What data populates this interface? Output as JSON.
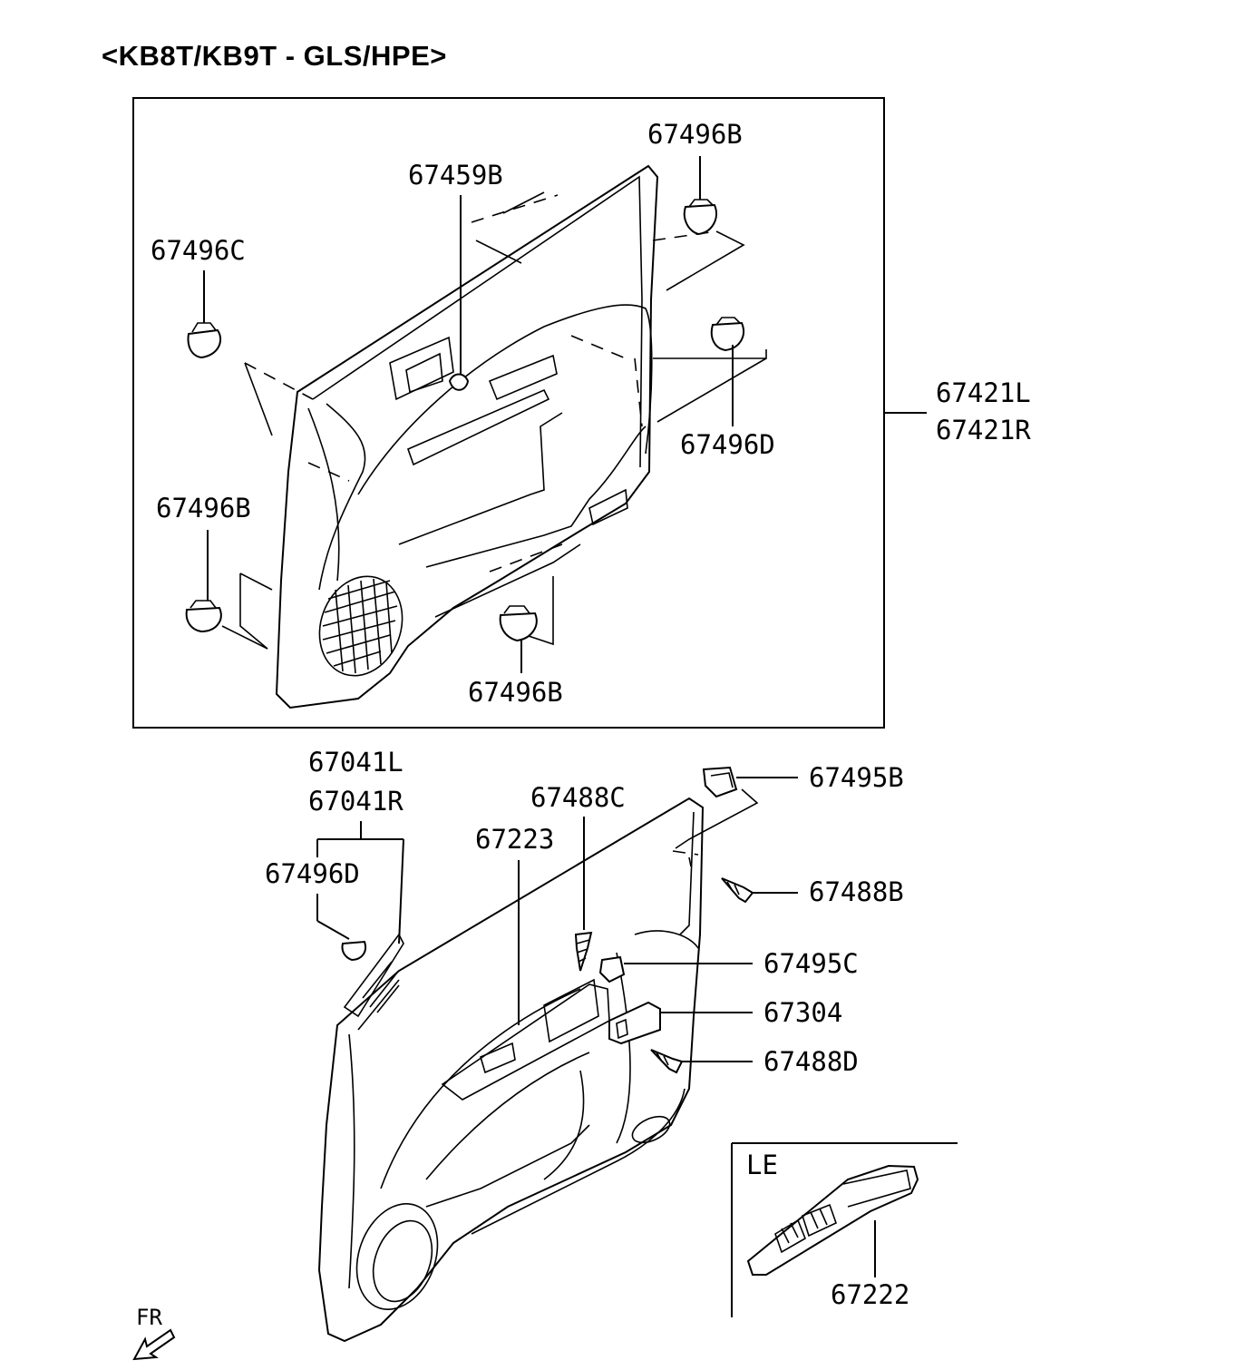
{
  "title": "<KB8T/KB9T - GLS/HPE>",
  "labels": {
    "p67496B_top": "67496B",
    "p67459B": "67459B",
    "p67496C": "67496C",
    "p67421L": "67421L",
    "p67421R": "67421R",
    "p67496D_top": "67496D",
    "p67496B_left": "67496B",
    "p67496B_bottom": "67496B",
    "p67041L": "67041L",
    "p67041R": "67041R",
    "p67496D_lower": "67496D",
    "p67488C": "67488C",
    "p67223": "67223",
    "p67495B": "67495B",
    "p67488B": "67488B",
    "p67495C": "67495C",
    "p67304": "67304",
    "p67488D": "67488D",
    "p67222": "67222",
    "inset_le": "LE",
    "fr": "FR"
  }
}
